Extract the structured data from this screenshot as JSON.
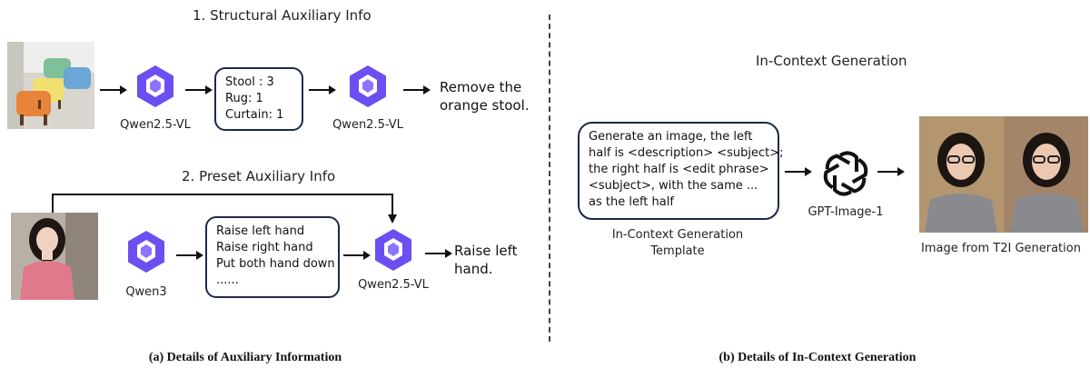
{
  "left_panel": {
    "section1_title": "1. Structural Auxiliary Info",
    "section2_title": "2. Preset Auxiliary Info",
    "model_qwen25vl_1": "Qwen2.5-VL",
    "model_qwen25vl_2": "Qwen2.5-VL",
    "model_qwen3": "Qwen3",
    "model_qwen25vl_3": "Qwen2.5-VL",
    "structural_box_lines": [
      "Stool : 3",
      "Rug: 1",
      "Curtain: 1"
    ],
    "structural_output_lines": [
      "Remove the",
      "orange stool."
    ],
    "preset_box_lines": [
      "Raise left hand",
      "Raise right hand",
      "Put both hand down",
      "......"
    ],
    "preset_output_lines": [
      "Raise left",
      "hand."
    ],
    "caption": "(a) Details of Auxiliary Information"
  },
  "right_panel": {
    "title": "In-Context Generation",
    "template_lines": [
      "Generate an image,  the left",
      "half is <description> <subject>;",
      "the right half is <edit phrase>",
      "<subject>,  with the same ...",
      "as the left half"
    ],
    "template_label_lines": [
      "In-Context Generation",
      "Template"
    ],
    "model_gpt": "GPT-Image-1",
    "image_label": "Image from T2I Generation",
    "caption": "(b) Details of In-Context Generation"
  },
  "icons": {
    "qwen_logo": "qwen-logo-icon",
    "openai_logo": "openai-logo-icon"
  },
  "colors": {
    "qwen_purple": "#6b4ff0",
    "box_border": "#1a2a4a"
  }
}
